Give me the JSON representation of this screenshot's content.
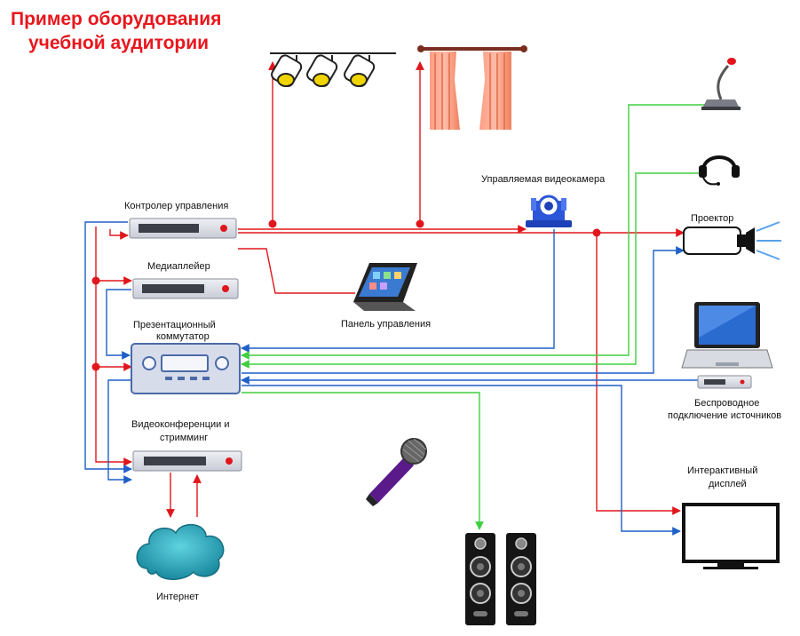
{
  "title": {
    "line1": "Пример оборудования",
    "line2": "учебной аудитории"
  },
  "labels": {
    "controller": "Контролер управления",
    "media_player": "Медиаплейер",
    "switcher_line1": "Презентационный",
    "switcher_line2": "коммутатор",
    "vc_line1": "Видеоконференции и",
    "vc_line2": "стримминг",
    "internet": "Интернет",
    "control_panel": "Панель управления",
    "camera": "Управляемая видеокамера",
    "projector": "Проектор",
    "wireless_line1": "Беспроводное",
    "wireless_line2": "подключение источников",
    "display_line1": "Интерактивный",
    "display_line2": "дисплей"
  },
  "colors": {
    "control": "#e0161c",
    "video": "#1f5fc8",
    "audio": "#3fcf3f",
    "title": "#e8161c"
  },
  "icons": {
    "spotlights": "stage-lights-icon",
    "curtains": "curtains-icon",
    "microphone": "gooseneck-microphone-icon",
    "headset": "headset-icon",
    "projector": "projector-icon",
    "laptop": "laptop-icon",
    "display": "display-icon",
    "speakers": "speaker-icon",
    "cloud": "cloud-icon",
    "handheld_mic": "handheld-microphone-icon",
    "touch_panel": "touch-panel-icon",
    "camera": "ptz-camera-icon"
  }
}
